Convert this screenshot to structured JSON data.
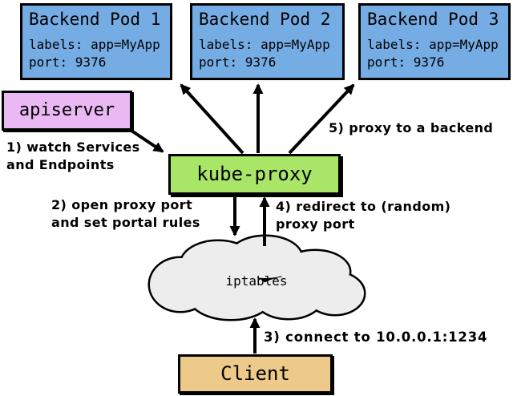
{
  "colors": {
    "pod_fill": "#76ace4",
    "apiserver_fill": "#eab8f2",
    "kube_proxy_fill": "#a9e566",
    "client_fill": "#edc98a",
    "cloud_fill": "#ededed",
    "line": "#000000"
  },
  "pods": [
    {
      "title": "Backend Pod 1",
      "labels": "labels: app=MyApp",
      "port": "port: 9376"
    },
    {
      "title": "Backend Pod 2",
      "labels": "labels: app=MyApp",
      "port": "port: 9376"
    },
    {
      "title": "Backend Pod 3",
      "labels": "labels: app=MyApp",
      "port": "port: 9376"
    }
  ],
  "nodes": {
    "apiserver": "apiserver",
    "kube_proxy": "kube-proxy",
    "iptables": "iptables",
    "client": "Client"
  },
  "annotations": {
    "step1": [
      "1) watch Services",
      "and Endpoints"
    ],
    "step2": [
      "2) open proxy port",
      "and set portal rules"
    ],
    "step3": [
      "3) connect to 10.0.0.1:1234"
    ],
    "step4": [
      "4) redirect to (random)",
      "proxy port"
    ],
    "step5": [
      "5) proxy to a backend"
    ]
  }
}
